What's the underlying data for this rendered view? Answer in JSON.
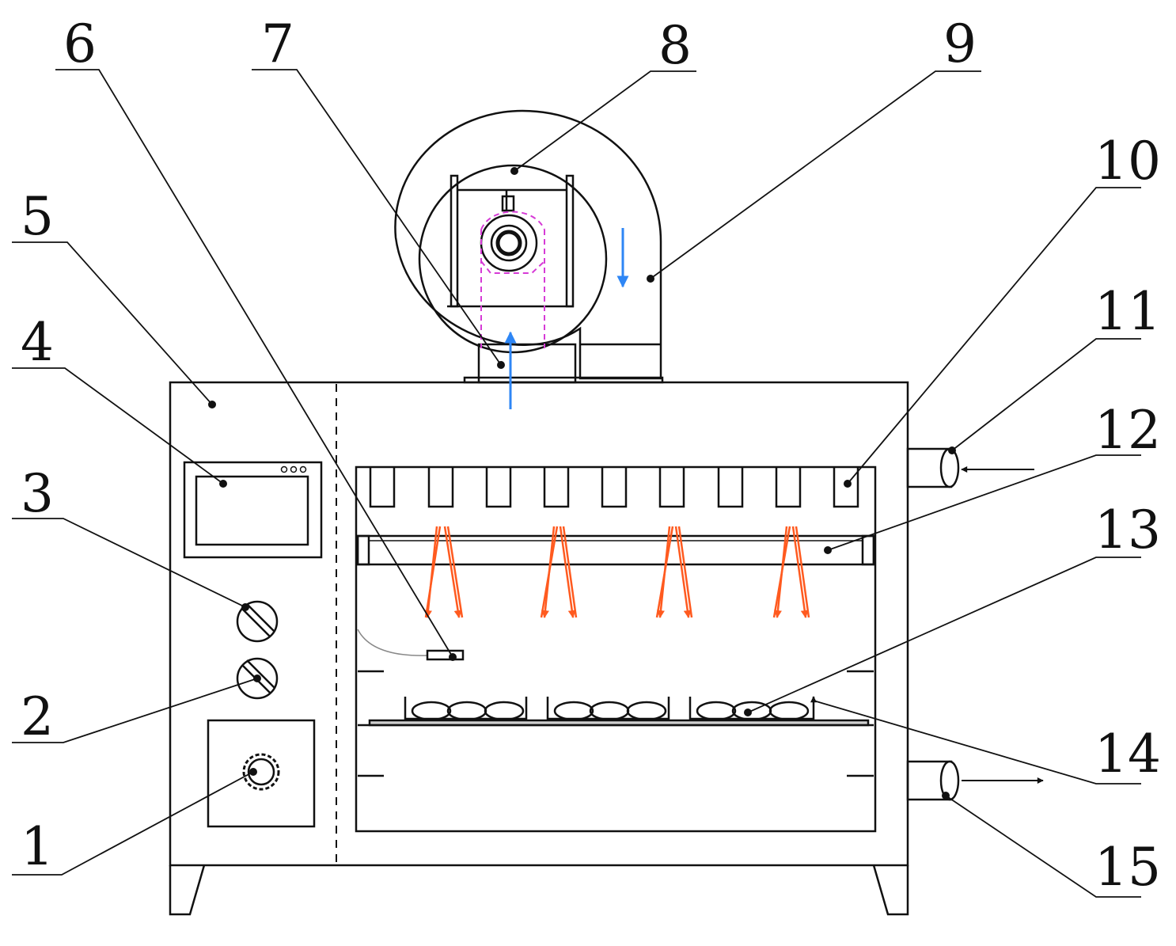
{
  "callouts": [
    {
      "number": "1"
    },
    {
      "number": "2"
    },
    {
      "number": "3"
    },
    {
      "number": "4"
    },
    {
      "number": "5"
    },
    {
      "number": "6"
    },
    {
      "number": "7"
    },
    {
      "number": "8"
    },
    {
      "number": "9"
    },
    {
      "number": "10"
    },
    {
      "number": "11"
    },
    {
      "number": "12"
    },
    {
      "number": "13"
    },
    {
      "number": "14"
    },
    {
      "number": "15"
    }
  ],
  "colors": {
    "line": "#111111",
    "heat_arrow": "#ff5a1f",
    "air_arrow": "#2e86f5",
    "motor_dashed": "#d63bd6"
  }
}
